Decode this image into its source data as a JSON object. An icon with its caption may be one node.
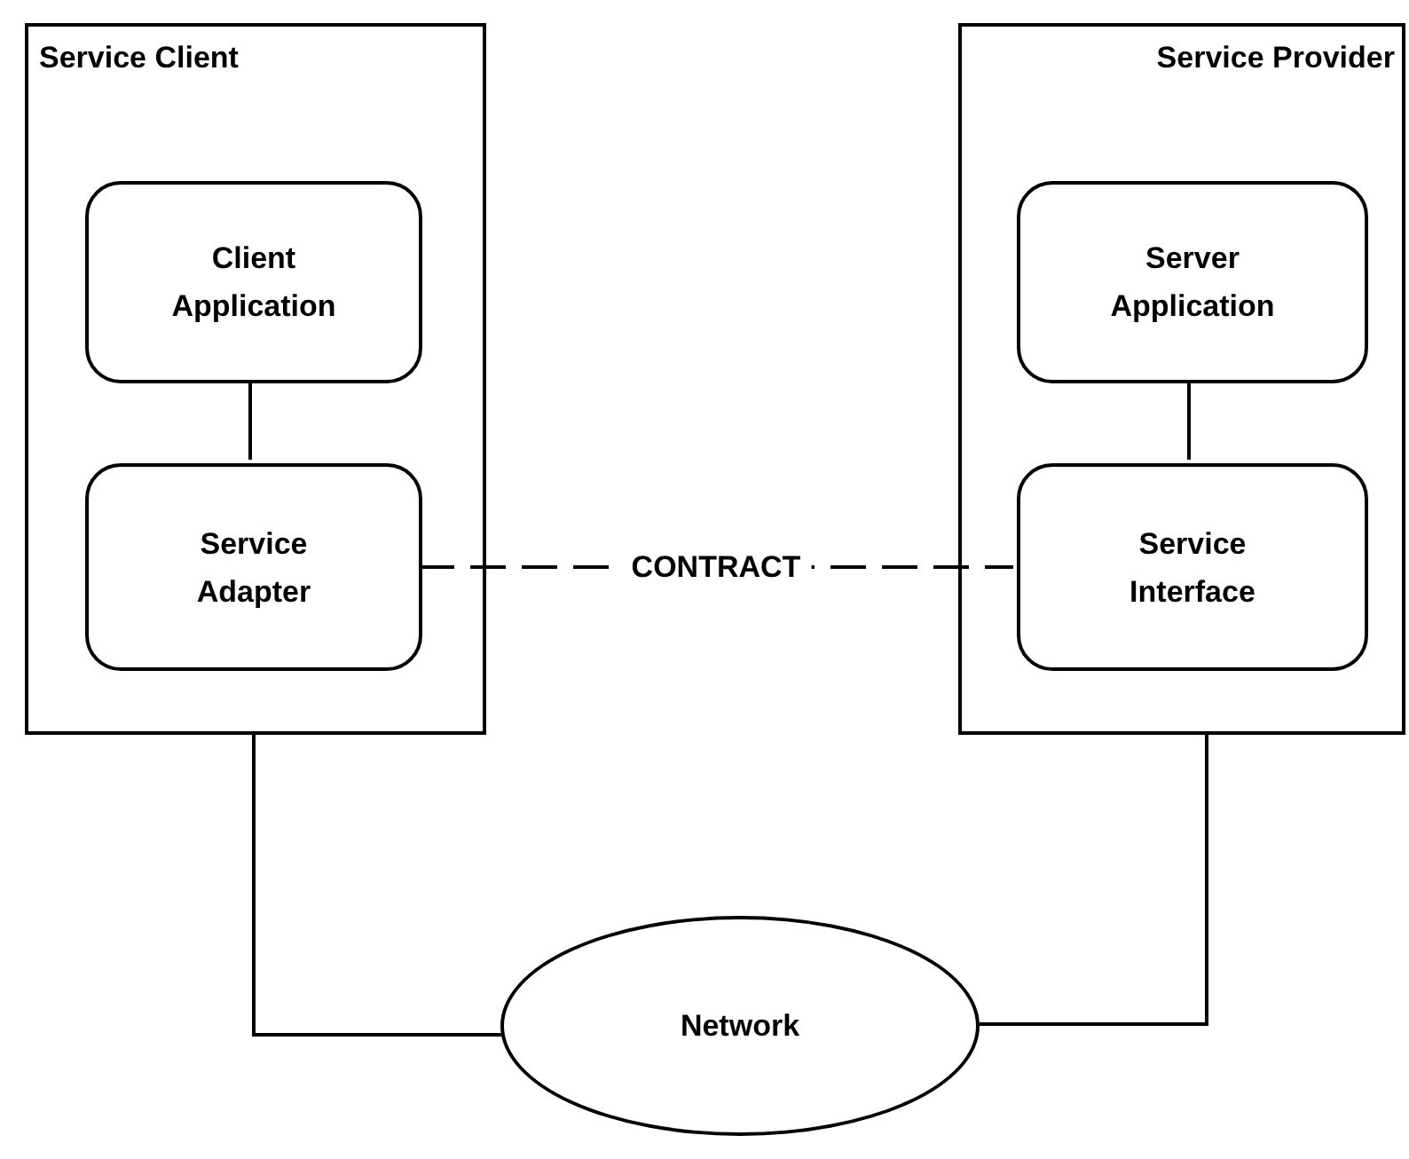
{
  "diagram": {
    "nodes": [
      {
        "text": [
          "Service Client"
        ]
      },
      {
        "text": [
          "Client Application"
        ],
        "in": 0
      },
      {
        "text": [
          "Service Adapter"
        ],
        "in": 0
      },
      {
        "text": [
          "Service Provider"
        ]
      },
      {
        "text": [
          "Server Application"
        ],
        "in": 3
      },
      {
        "text": [
          "Service Interface"
        ],
        "in": 3
      },
      {
        "text": [
          "Network"
        ]
      }
    ],
    "edges": [
      {
        "from": 1,
        "to": 2,
        "arrow": "none"
      },
      {
        "from": 4,
        "to": 5,
        "arrow": "none"
      },
      {
        "from": 2,
        "to": 5,
        "arrow": "none",
        "style": "dashed",
        "label": "CONTRACT"
      },
      {
        "from": 0,
        "to": 6,
        "arrow": "none"
      },
      {
        "from": 3,
        "to": 6,
        "arrow": "none"
      }
    ]
  }
}
